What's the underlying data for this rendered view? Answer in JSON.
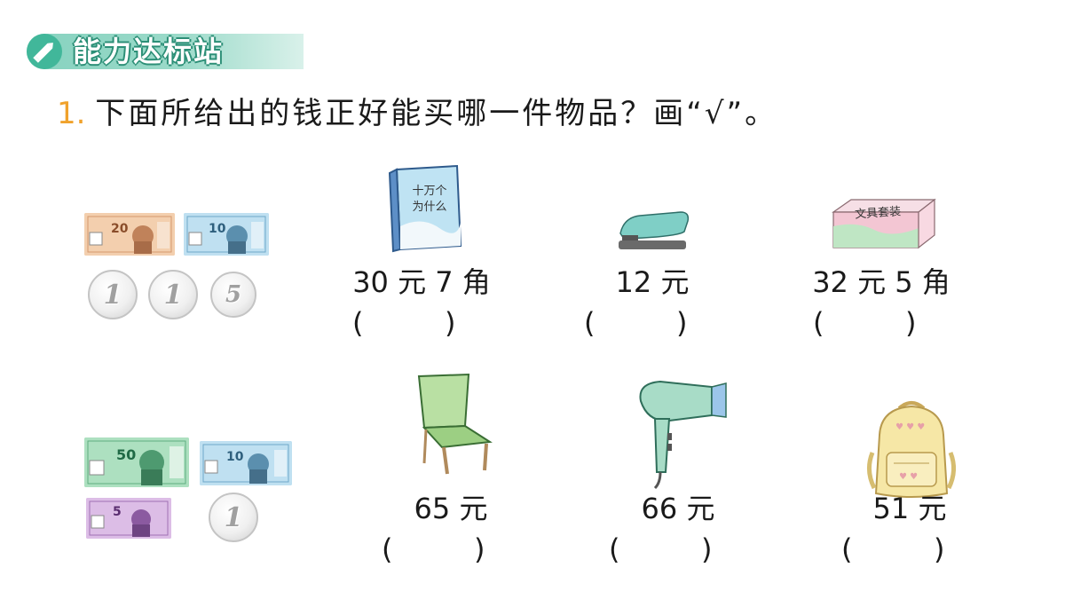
{
  "header": {
    "title": "能力达标站",
    "icon": "pencil-icon",
    "color": "#86d2bf"
  },
  "question": {
    "number": "1.",
    "text": "下面所给出的钱正好能买哪一件物品？画“√”。"
  },
  "money_groups": [
    {
      "banknotes": [
        {
          "value": "20",
          "color": "#e9b187"
        },
        {
          "value": "10",
          "color": "#8cc6e6"
        }
      ],
      "coins": [
        "1",
        "1",
        "5"
      ]
    },
    {
      "banknotes": [
        {
          "value": "50",
          "color": "#8fd0a5"
        },
        {
          "value": "10",
          "color": "#8cc6e6"
        },
        {
          "value": "5",
          "color": "#c99ad6"
        }
      ],
      "coins": [
        "1"
      ]
    }
  ],
  "book_cover": [
    "十万个",
    "为什么"
  ],
  "stationery_label": "文具套装",
  "items": [
    {
      "name": "book",
      "price": "30 元 7 角",
      "answer": "(         )"
    },
    {
      "name": "stapler",
      "price": "12 元",
      "answer": "(         )"
    },
    {
      "name": "stationery-set",
      "price": "32 元 5 角",
      "answer": "(         )"
    },
    {
      "name": "chair",
      "price": "65 元",
      "answer": "(         )"
    },
    {
      "name": "hair-dryer",
      "price": "66 元",
      "answer": "(         )"
    },
    {
      "name": "backpack",
      "price": "51 元",
      "answer": "(         )"
    }
  ]
}
